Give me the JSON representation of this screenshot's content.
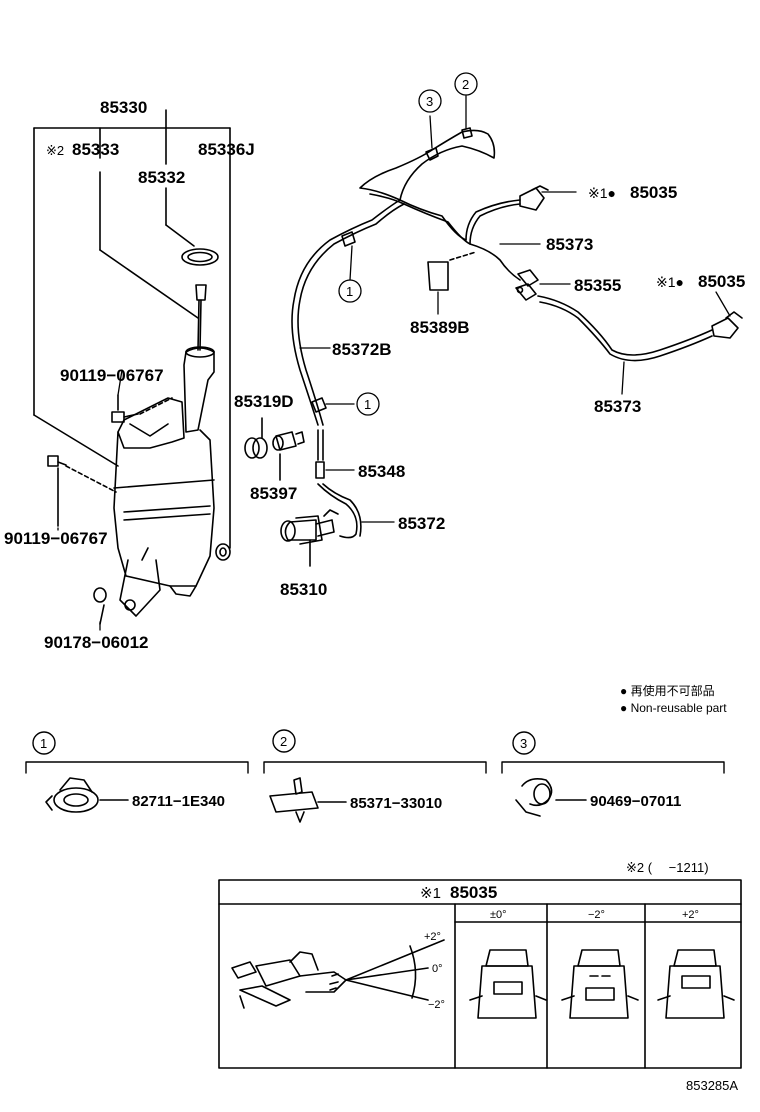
{
  "parts": {
    "p85330": "85330",
    "p85333_mark": "※2",
    "p85333": "85333",
    "p85336J": "85336J",
    "p85332": "85332",
    "p90119_a": "90119−06767",
    "p90119_b": "90119−06767",
    "p90178": "90178−06012",
    "p85319D": "85319D",
    "p85397": "85397",
    "p85310": "85310",
    "p85372": "85372",
    "p85348": "85348",
    "p85372B": "85372B",
    "p85389B": "85389B",
    "p85373_a": "85373",
    "p85373_b": "85373",
    "p85355": "85355",
    "p85035_a_mark": "※1●",
    "p85035_a": "85035",
    "p85035_b_mark": "※1●",
    "p85035_b": "85035"
  },
  "callouts": {
    "c1": "1",
    "c2": "2",
    "c3": "3"
  },
  "legend": {
    "jp": "● 再使用不可部品",
    "en": "● Non-reusable part"
  },
  "clips": [
    {
      "num": "1",
      "part": "82711−1E340"
    },
    {
      "num": "2",
      "part": "85371−33010"
    },
    {
      "num": "3",
      "part": "90469−07011"
    }
  ],
  "table": {
    "note": "※2 (　 −1211)",
    "title_mark": "※1",
    "title": "85035",
    "columns": [
      "±0°",
      "−2°",
      "+2°"
    ],
    "angles": {
      "plus": "+2°",
      "zero": "0°",
      "minus": "−2°"
    }
  },
  "figure_code": "853285A"
}
